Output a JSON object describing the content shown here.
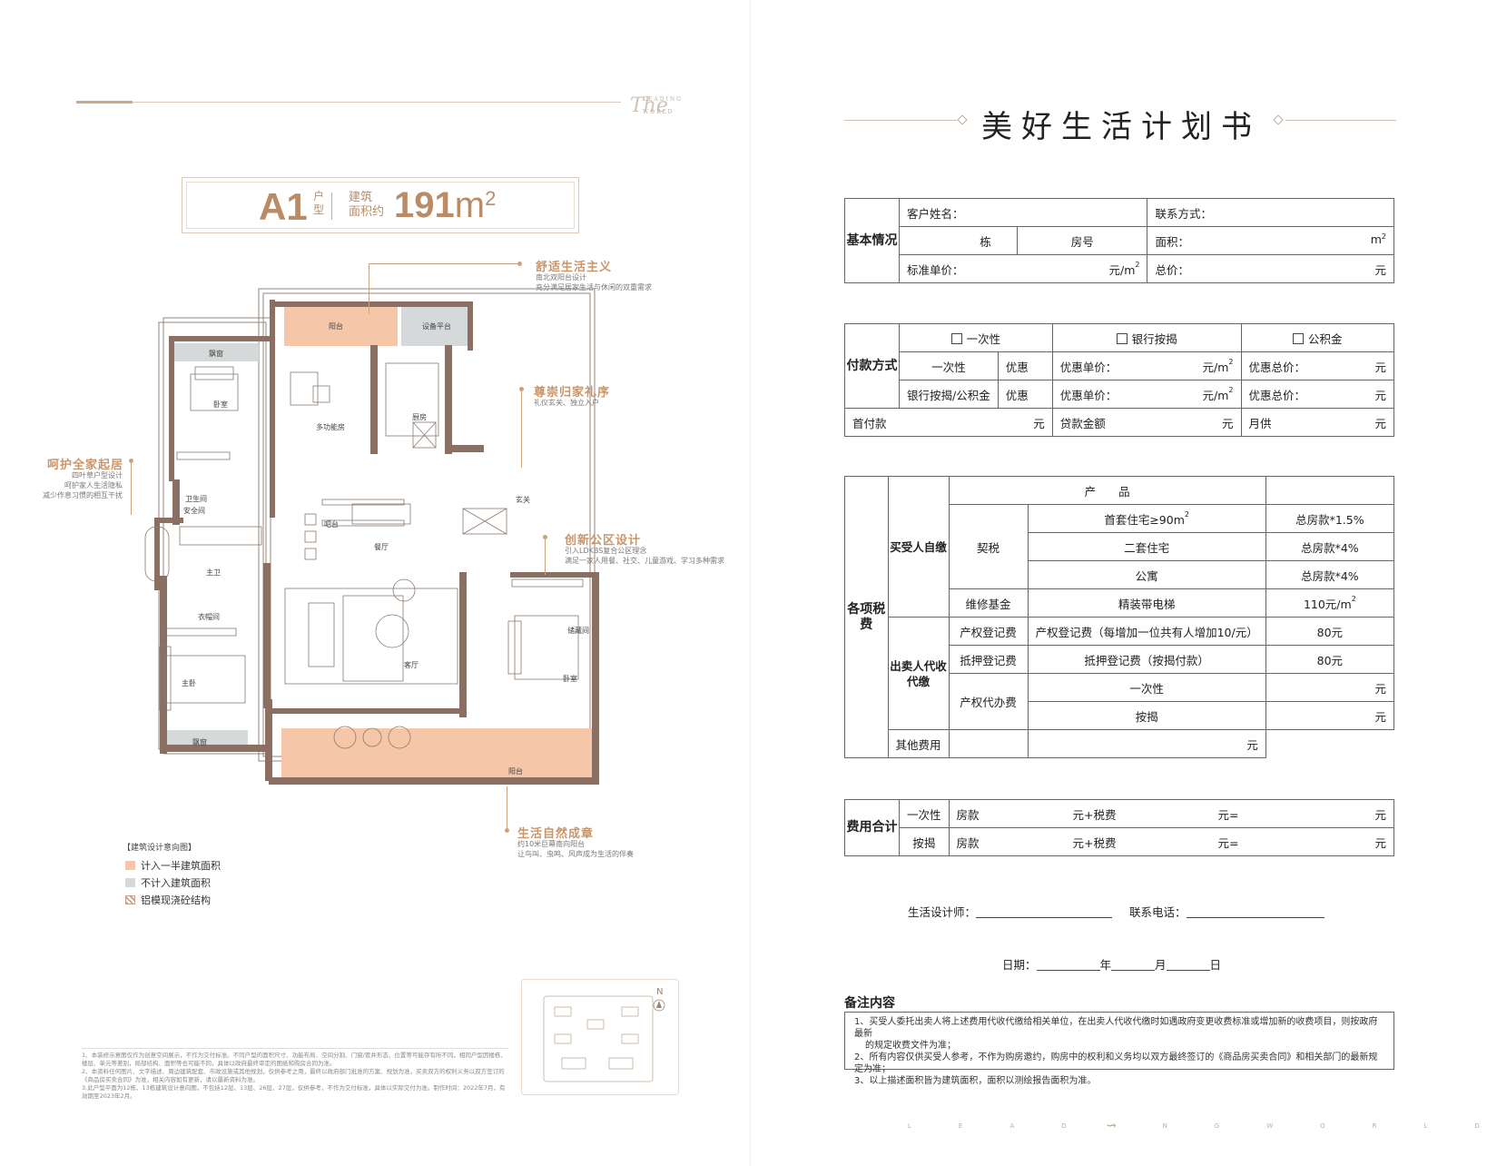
{
  "left": {
    "watermark": {
      "script": "The",
      "line1": "LEADING",
      "line2": "WORLD"
    },
    "badge": {
      "model": "A1",
      "model_suffix": "户型",
      "area_label_1": "建筑",
      "area_label_2": "面积约",
      "area_value": "191",
      "area_unit": "m",
      "area_power": "2"
    },
    "annotations": [
      {
        "title": "舒适生活主义",
        "desc": [
          "南北双阳台设计",
          "充分满足居家生活与休闲的双重需求"
        ]
      },
      {
        "title": "尊崇归家礼序",
        "desc": [
          "礼仪玄关、独立入户"
        ]
      },
      {
        "title": "呵护全家起居",
        "desc": [
          "四叶草户型设计",
          "呵护家人生活隐私",
          "减少作息习惯的相互干扰"
        ]
      },
      {
        "title": "创新公区设计",
        "desc": [
          "引入LDKBS复合公区理念",
          "满足一家人用餐、社交、儿童游戏、学习多种需求"
        ]
      },
      {
        "title": "生活自然成章",
        "desc": [
          "约10米巨幕南向阳台",
          "让鸟叫、虫鸣、风声成为生活的伴奏"
        ]
      }
    ],
    "rooms": {
      "balcony_n": "阳台",
      "equipment": "设备平台",
      "bay1": "飘窗",
      "bedroom1": "卧室",
      "multi": "多功能房",
      "kitchen": "厨房",
      "entry": "玄关",
      "wc": "卫生间",
      "wc2": "安全间",
      "bar": "吧台",
      "dining": "餐厅",
      "master_bath": "主卫",
      "closet": "衣帽间",
      "living": "客厅",
      "storage": "储藏间",
      "bedroom2": "卧室",
      "master_bed": "主卧",
      "bay2": "飘窗",
      "balcony_s": "阳台"
    },
    "legend": {
      "title": "【建筑设计意向图】",
      "items": [
        {
          "label": "计入一半建筑面积",
          "color": "#f5c6a8"
        },
        {
          "label": "不计入建筑面积",
          "color": "#d5d9da"
        },
        {
          "label": "铝模现浇砼结构",
          "color": "#c9a18a"
        }
      ]
    },
    "fine_print": [
      "1、本装修示意图仅作为创意空间展示，不作为交付标准。不同户型的面积尺寸、功能布局、空间分割、门窗/管井形态、位置等可能存有所不同，相同户型因楼栋、楼层、单元等差别，局部结构、面积等也可能不同，具体以政府最终审定的图纸和购房合同为准。",
      "2、本资料任何图片、文字描述、周边建筑配套、市政设施或其他规划，仅供参考之用，最终以政府部门批准的方案、规划为准，买卖双方的权利义务以双方签订的《商品房买卖合同》为准，相关内容如有更新，请以最新资料为准。",
      "3.此户型平面为12栋、13栋建筑设计意向图，不包括12层、13层、26层、27层，仅供参考，不作为交付标准，具体以实际交付为准。制作时间：2022年7月，有效期至2023年2月。"
    ],
    "compass_label": "N"
  },
  "right": {
    "title": "美好生活计划书",
    "basic": {
      "header": "基本情况",
      "customer_name": "客户姓名：",
      "contact": "联系方式：",
      "building": "栋",
      "room": "房号",
      "area": "面积：",
      "area_unit": "m",
      "area_sup": "2",
      "unit_price": "标准单价：",
      "unit_price_unit": "元/m",
      "total": "总价：",
      "yuan": "元"
    },
    "payment": {
      "header": "付款方式",
      "options": [
        "一次性",
        "银行按揭",
        "公积金"
      ],
      "row1_label": "一次性",
      "row2_label": "银行按揭/公积金",
      "discount": "优惠",
      "discount_price": "优惠单价：",
      "price_unit": "元/m",
      "discount_total": "优惠总价：",
      "yuan": "元",
      "down_payment": "首付款",
      "loan": "贷款金额",
      "monthly": "月供"
    },
    "taxes": {
      "header": "各项税费",
      "buyer": "买受人自缴",
      "seller": "出卖人代收代缴",
      "product_header": "产　　品",
      "deed_tax": "契税",
      "first_home": "首套住宅≥90m",
      "first_home_rate": "总房款*1.5%",
      "second_home": "二套住宅",
      "second_home_rate": "总房款*4%",
      "apartment": "公寓",
      "apartment_rate": "总房款*4%",
      "maintenance": "维修基金",
      "maint_product": "精装带电梯",
      "maint_rate": "110元/m",
      "reg_fee": "产权登记费",
      "reg_desc": "产权登记费（每增加一位共有人增加10/元）",
      "reg_rate": "80元",
      "mortgage_fee": "抵押登记费",
      "mortgage_desc": "抵押登记费（按揭付款）",
      "mortgage_rate": "80元",
      "agency_fee": "产权代办费",
      "agency_once": "一次性",
      "agency_loan": "按揭",
      "other": "其他费用",
      "yuan": "元"
    },
    "summary": {
      "header": "费用合计",
      "rows": [
        {
          "label": "一次性",
          "house": "房款",
          "plus": "元+税费",
          "eq": "元=",
          "yuan": "元"
        },
        {
          "label": "按揭",
          "house": "房款",
          "plus": "元+税费",
          "eq": "元=",
          "yuan": "元"
        }
      ]
    },
    "sign": {
      "designer": "生活设计师：",
      "phone": "联系电话：",
      "date": "日期：",
      "year": "年",
      "month": "月",
      "day": "日"
    },
    "notes": {
      "title": "备注内容",
      "lines": [
        "1、买受人委托出卖人将上述费用代收代缴给相关单位，在出卖人代收代缴时如遇政府变更收费标准或增加新的收费项目，则按政府最新",
        "的规定收费文件为准；",
        "2、所有内容仅供买受人参考，不作为购房邀约，购房中的权利和义务均以双方最终签订的《商品房买卖合同》和相关部门的最新规定为准；",
        "3、以上描述面积皆为建筑面积，面积以测绘报告面积为准。"
      ]
    },
    "footer": "LEADINGWORLD"
  }
}
